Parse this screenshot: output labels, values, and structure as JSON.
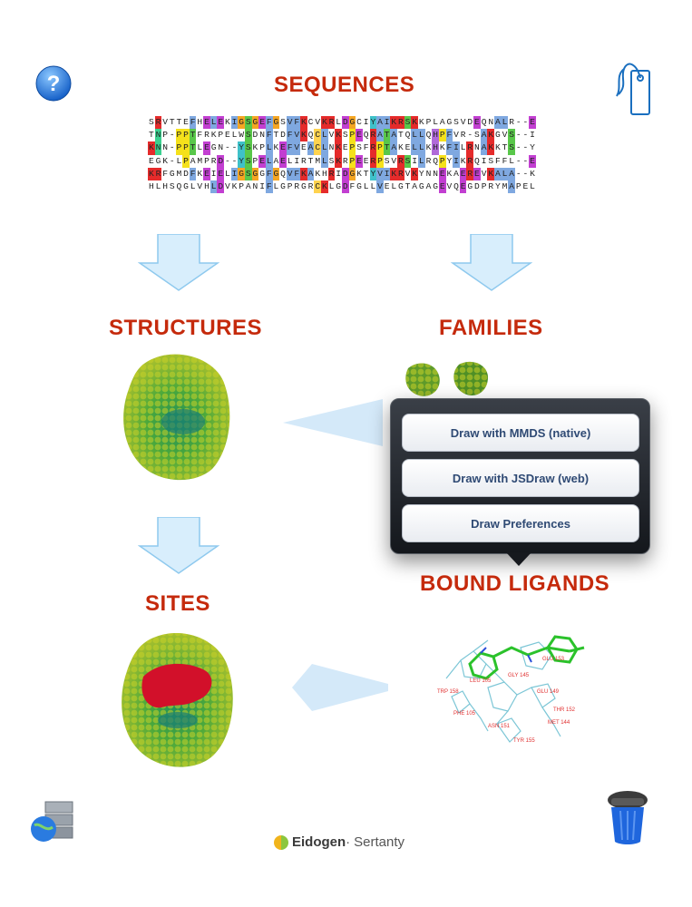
{
  "headings": {
    "sequences": "SEQUENCES",
    "structures": "STRUCTURES",
    "families": "FAMILIES",
    "sites": "SITES",
    "bound_ligands": "BOUND LIGANDS"
  },
  "alignment": [
    "SRVTTEFHELEKIGSGEFGSVFKCVKRLDGCIYAIKRSKKPLAGSVDEQNALR--E",
    "TNP-PPTFRKPELWSDNFTDFVKQCLVKSPEQRATATQLLQHPFVR-SAKGVS--I",
    "KNN-PPTLEGN--YSKPLKEFVEACLNKEPSFRPTAKELLKHKFILRNAKKTS--Y",
    "EGK-LPAMPRD--YSPELAELIRTMLSKRPEERPSVRSILRQPYIKRQISFFL--E",
    "KRFGMDFKEIELIGSGGFGQVFKAKHRIDGKTYVIKRVKYNNEKAEREVKALA--K",
    "HLHSQGLVHLDVKPANIFLGPRGRCKLGDFGLLVELGTAGAGEVQEGDPRYMAPEL"
  ],
  "popover": {
    "items": [
      "Draw with MMDS (native)",
      "Draw with JSDraw (web)",
      "Draw Preferences"
    ]
  },
  "ligand_labels": [
    "GLU 153",
    "GLY 145",
    "LEU 105",
    "TRP 158",
    "GLU 149",
    "THR 152",
    "PHE 105",
    "MET 144",
    "ASN 151",
    "TYR 155"
  ],
  "icons": {
    "help": "help-icon",
    "bookmark": "bookmark-tag-icon",
    "database": "database-globe-icon",
    "trash": "trash-icon"
  },
  "footer": {
    "brand": "Eidogen",
    "brand_suffix": "Sertanty"
  },
  "colors": {
    "heading": "#c52a0c",
    "arrow_fill": "#d6ecfb",
    "arrow_stroke": "#8ec9ee",
    "button_text": "#2f4a74"
  }
}
